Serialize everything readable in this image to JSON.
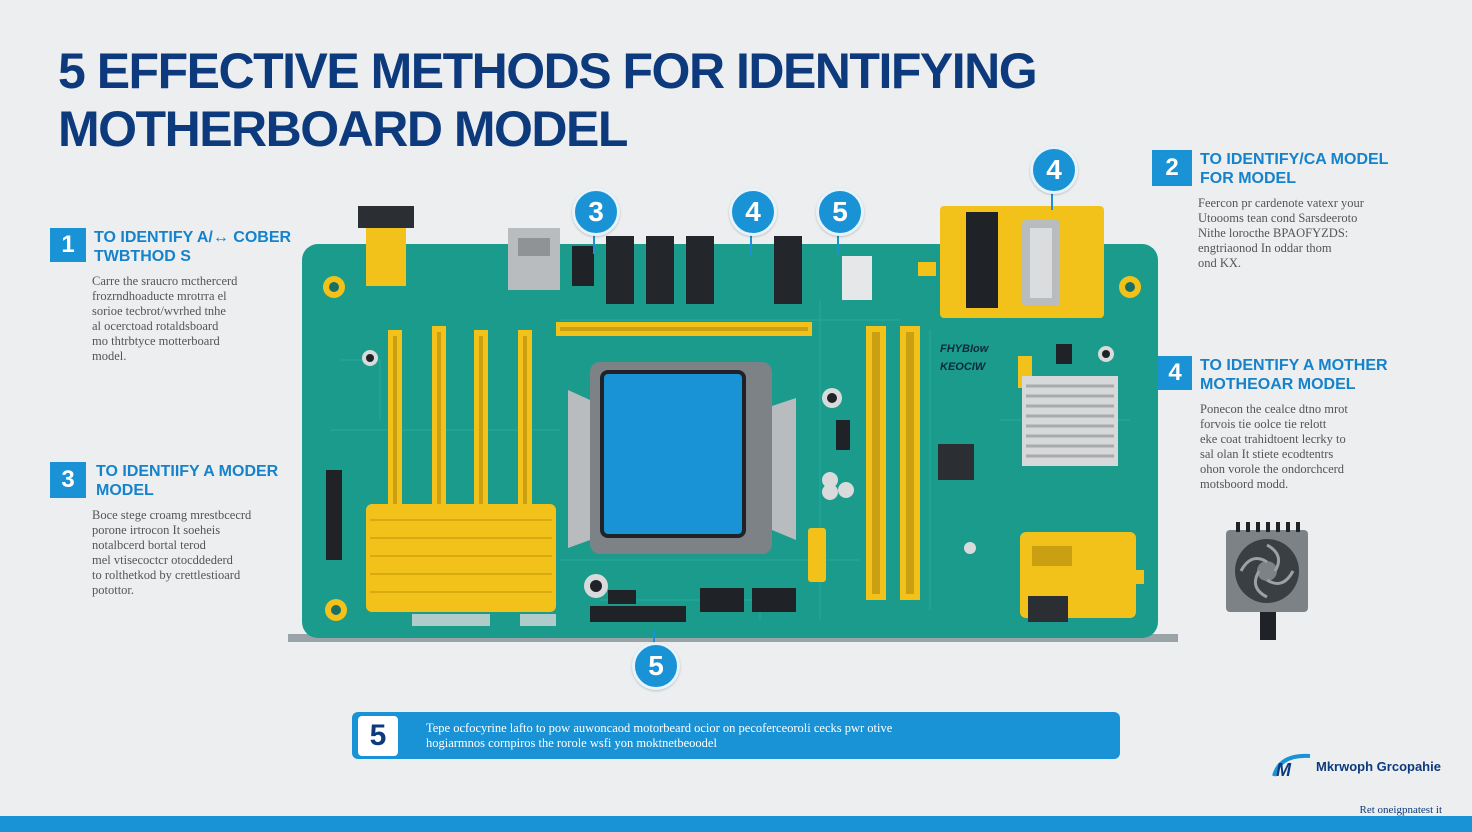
{
  "title": {
    "line1": "5 EFFECTIVE METHODS FOR IDENTIFYING",
    "line2": "MOTHERBOARD MODEL"
  },
  "callouts": {
    "left_top": {
      "number": "1",
      "heading": [
        "TO IDENTIFY A/↔ COBER",
        "TWBTHOD S"
      ],
      "body": [
        "Carre the sraucro mcthercerd",
        "frozrndhoaducte mrotrra el",
        "sorioe tecbrot/wvrhed tnhe",
        "al ocerctoad rotaldsboard",
        "mo thtrbtyce motterboard",
        "model."
      ]
    },
    "left_bottom": {
      "number": "3",
      "heading": [
        "TO IDENTIIFY A MODER",
        "MODEL"
      ],
      "body": [
        "Boce stege croamg mrestbcecrd",
        "porone irtrocon It soeheis",
        "notalbcerd bortal terod",
        "mel vtisecoctcr otocddederd",
        "to rolthetkod by crettlestioard",
        "potottor."
      ]
    },
    "right_top": {
      "number": "2",
      "heading": [
        "TO IDENTIFY/CA MODEL",
        "FOR MODEL"
      ],
      "body": [
        "Feercon pr cardenote vatexr your",
        "Utoooms tean cond Sarsdeeroto",
        "Nithe lorocthe BPAOFYZDS:",
        "engtriaonod In oddar thom",
        "ond KX."
      ]
    },
    "right_mid": {
      "number": "4",
      "heading": [
        "TO IDENTIFY A MOTHER",
        "MOTHEOAR MODEL"
      ],
      "body": [
        "Ponecon the cealce dtno mrot",
        "forvois tie oolce tie relott",
        "eke coat trahidtoent lecrky to",
        "sal olan It stiete ecodtentrs",
        "ohon vorole the ondorchcerd",
        "motsboord modd."
      ]
    }
  },
  "pins": {
    "p3": "3",
    "p4a": "4",
    "p5a": "5",
    "p4b": "4",
    "p5b": "5"
  },
  "board_labels": {
    "chip_line1": "FHYBIow",
    "chip_line2": "KEOCIW"
  },
  "banner": {
    "number": "5",
    "line1": "Tepe ocfocyrine lafto to pow auwoncaod motorbeard ocior on pecoferceoroli cecks pwr otive",
    "line2": "hogiarmnos cornpiros the rorole wsfi yon moktnetbeoodel"
  },
  "logo": {
    "name": "Mkrwoph Grcopahie"
  },
  "footer_note": "Ret oneigpnatest it",
  "colors": {
    "board": "#1a9b8c",
    "slot_yellow": "#f2c21b",
    "accent_blue": "#1a93d6",
    "title_navy": "#0d3a7c"
  }
}
